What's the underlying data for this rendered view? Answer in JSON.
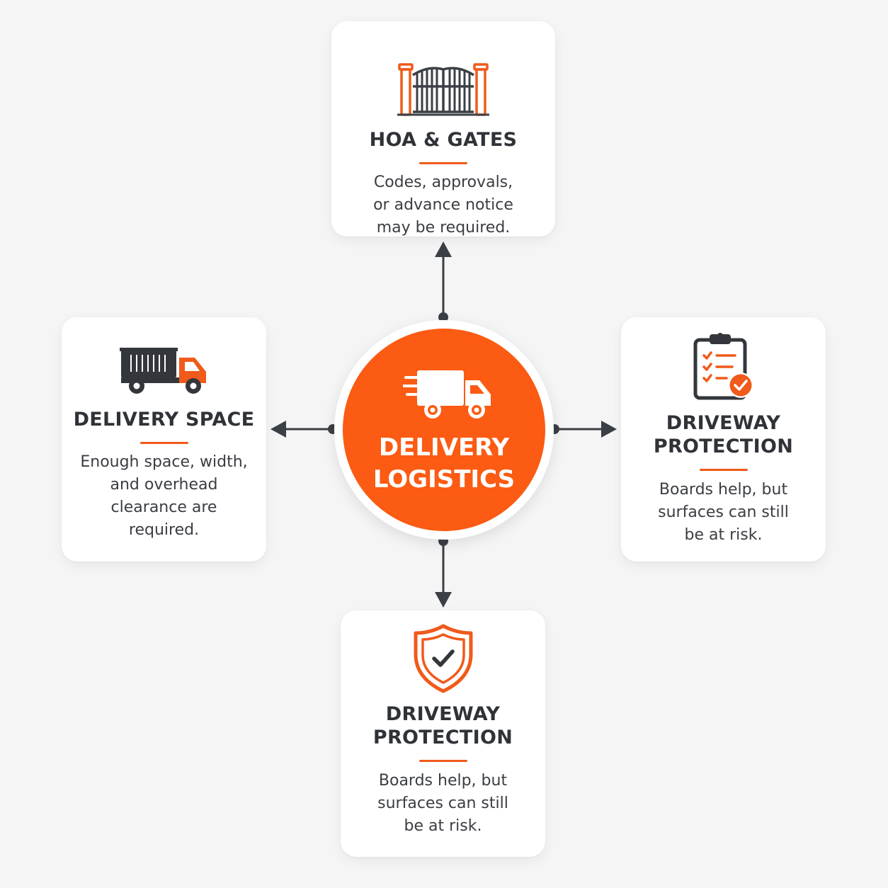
{
  "center": {
    "title": "DELIVERY\nLOGISTICS",
    "icon": "delivery-truck-icon"
  },
  "cards": {
    "top": {
      "icon": "gate-icon",
      "title": "HOA & GATES",
      "description": "Codes, approvals,\nor advance notice\nmay be required."
    },
    "left": {
      "icon": "dump-truck-icon",
      "title": "DELIVERY SPACE",
      "description": "Enough space, width,\nand overhead\nclearance are\nrequired."
    },
    "right": {
      "icon": "clipboard-checklist-icon",
      "title": "DRIVEWAY\nPROTECTION",
      "description": "Boards help, but\nsurfaces can still\nbe at risk."
    },
    "bottom": {
      "icon": "shield-check-icon",
      "title": "DRIVEWAY\nPROTECTION",
      "description": "Boards help, but\nsurfaces can still\nbe at risk."
    }
  },
  "colors": {
    "accent": "#fb5b12",
    "dark": "#2f3338",
    "background": "#f5f5f6"
  }
}
